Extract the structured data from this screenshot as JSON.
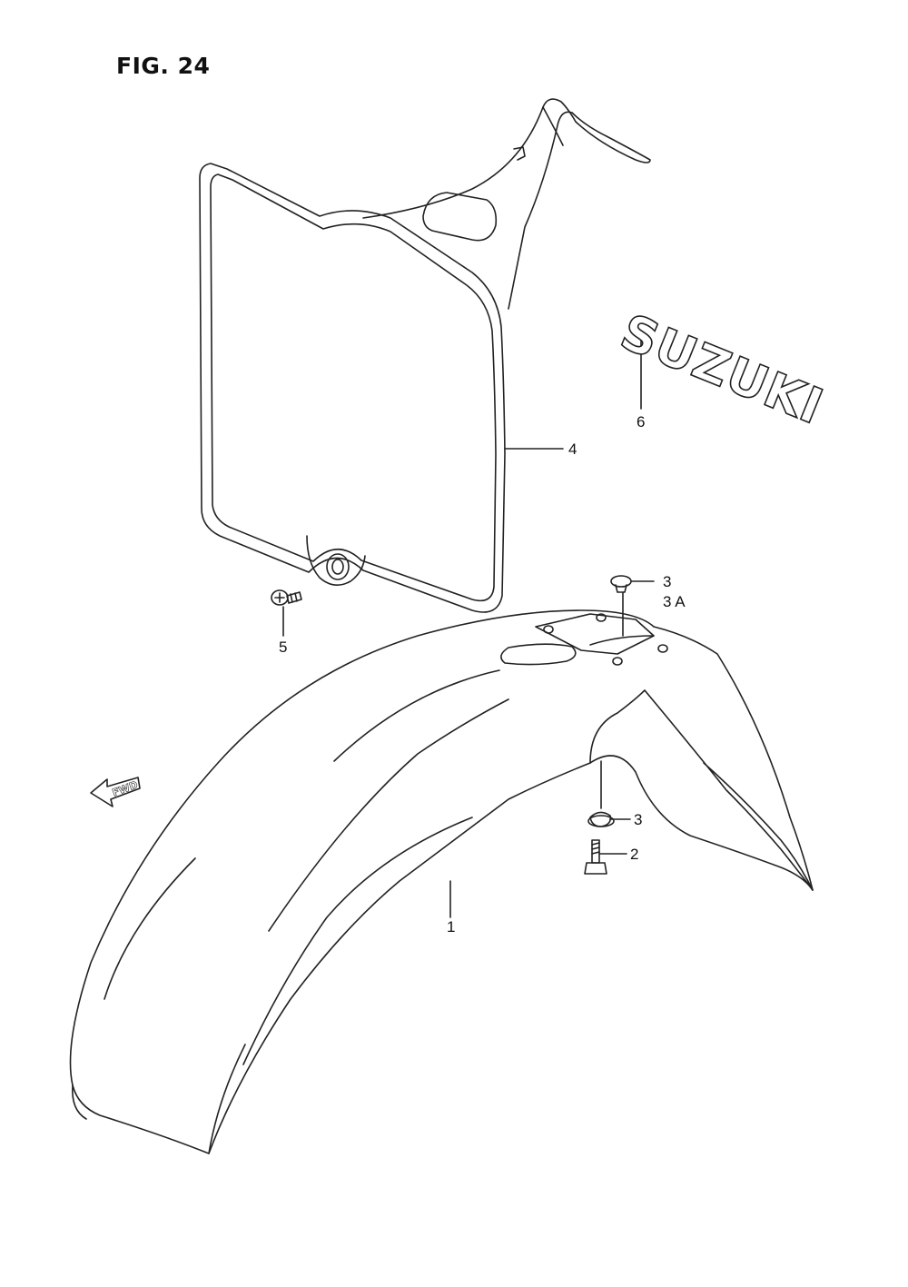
{
  "figure": {
    "title": "FIG. 24"
  },
  "callouts": {
    "fender": "1",
    "bolt": "2",
    "washer_lower": "3",
    "washer_upper": "3",
    "washer_upper_alt": "3 A",
    "number_plate": "4",
    "screw": "5",
    "emblem": "6"
  },
  "emblem": {
    "text": "SUZUKI"
  },
  "direction": {
    "label": "FWD"
  }
}
